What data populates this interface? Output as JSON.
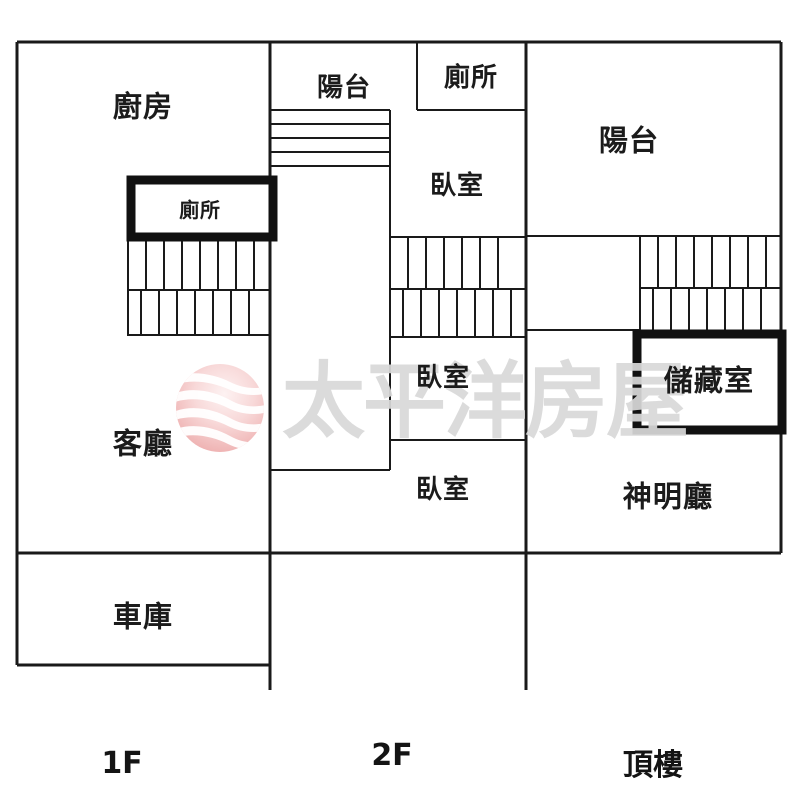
{
  "document": {
    "type": "real-estate-floor-plan",
    "background_color": "#ffffff",
    "line_color": "#1a1a1a"
  },
  "watermark": {
    "brand_text": "太平洋房屋",
    "logo_name": "pacific-housing-globe-logo",
    "text_color": "#d9d9d9",
    "logo_color": "#f0b6b6"
  },
  "floors": [
    {
      "key": "floor_1",
      "label": "1F",
      "rooms": [
        {
          "name": "kitchen",
          "label": "廚房",
          "size": "lg"
        },
        {
          "name": "toilet",
          "label": "廁所",
          "size": "sm"
        },
        {
          "name": "living-room",
          "label": "客廳",
          "size": "lg"
        },
        {
          "name": "garage",
          "label": "車庫",
          "size": "lg"
        }
      ],
      "features": [
        "staircase"
      ]
    },
    {
      "key": "floor_2",
      "label": "2F",
      "rooms": [
        {
          "name": "balcony",
          "label": "陽台",
          "size": "md"
        },
        {
          "name": "toilet",
          "label": "廁所",
          "size": "md"
        },
        {
          "name": "bedroom-1",
          "label": "臥室",
          "size": "md"
        },
        {
          "name": "bedroom-2",
          "label": "臥室",
          "size": "md"
        },
        {
          "name": "bedroom-3",
          "label": "臥室",
          "size": "md"
        }
      ],
      "features": [
        "staircase"
      ]
    },
    {
      "key": "floor_top",
      "label": "頂樓",
      "rooms": [
        {
          "name": "balcony",
          "label": "陽台",
          "size": "lg"
        },
        {
          "name": "storage-room",
          "label": "儲藏室",
          "size": "lg"
        },
        {
          "name": "shrine-hall",
          "label": "神明廳",
          "size": "lg"
        }
      ],
      "features": [
        "staircase"
      ]
    }
  ],
  "labels": {
    "kitchen": "廚房",
    "toilet_1f": "廁所",
    "living_room": "客廳",
    "garage": "車庫",
    "balcony_2f": "陽台",
    "toilet_2f": "廁所",
    "bedroom_top": "臥室",
    "bedroom_mid": "臥室",
    "bedroom_low": "臥室",
    "balcony_top": "陽台",
    "storage_room": "儲藏室",
    "shrine_hall": "神明廳",
    "floor_1": "1F",
    "floor_2": "2F",
    "floor_top": "頂樓"
  }
}
